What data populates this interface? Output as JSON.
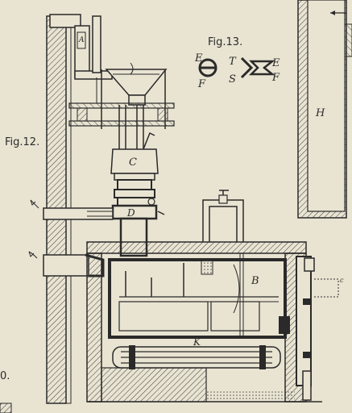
{
  "figures": {
    "fig12": "Fig.12.",
    "fig13": "Fig.13."
  },
  "labels": {
    "A": "A",
    "C": "C",
    "D": "D",
    "B": "B",
    "K": "K",
    "H": "H",
    "c": "c"
  },
  "fig13_labels": {
    "E_left": "E",
    "F_left": "F",
    "T": "T",
    "S": "S",
    "E_right": "E",
    "F_right": "F"
  },
  "margin_text": {
    "bottom_left": "0."
  },
  "colors": {
    "paper": "#e9e4d2",
    "ink": "#2a2a2a"
  }
}
